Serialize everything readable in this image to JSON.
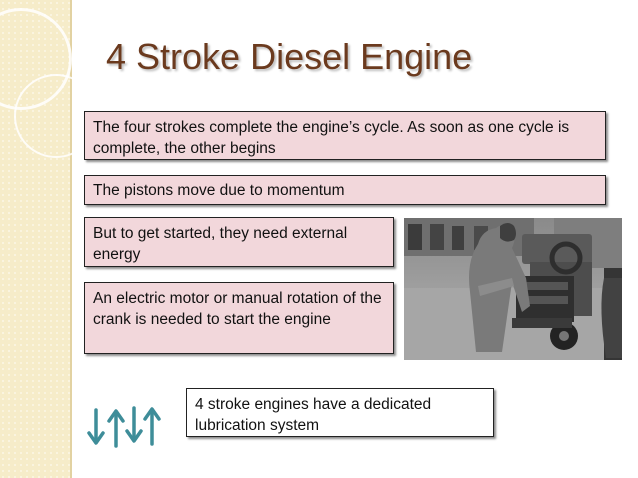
{
  "slide": {
    "title": "4 Stroke Diesel Engine",
    "boxes": [
      "The four strokes complete the engine’s cycle.  As soon as one cycle is complete, the other begins",
      "The pistons move due to momentum",
      "But to get started, they need external energy",
      "An electric motor or manual rotation of the crank is needed to start the engine",
      "4 stroke engines have a dedicated lubrication system"
    ]
  },
  "colors": {
    "title": "#6b3a1e",
    "box_fill": "#f2d7db",
    "arrow": "#3e8d99",
    "sidebar": "#f6ecc9"
  },
  "icons": [
    "arrow-down-icon",
    "arrow-up-icon",
    "arrow-down-icon",
    "arrow-up-icon"
  ]
}
